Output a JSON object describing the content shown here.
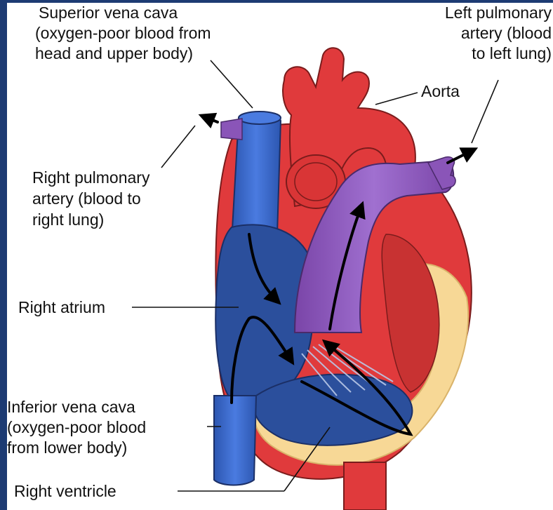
{
  "labels": {
    "svc": [
      "Superior vena cava",
      "(oxygen-poor blood from",
      "head and upper body)"
    ],
    "lpa": [
      "Left pulmonary",
      "artery (blood",
      "to left lung)"
    ],
    "aorta": "Aorta",
    "rpa": [
      "Right pulmonary",
      "artery (blood to",
      "right lung)"
    ],
    "ra": "Right atrium",
    "ivc": [
      "Inferior vena cava",
      "(oxygen-poor blood",
      "from lower body)"
    ],
    "rv": "Right ventricle"
  },
  "colors": {
    "frame": "#1d3b73",
    "panel": "#ffffff",
    "oxygen_rich_red": "#e03a3c",
    "oxygen_poor_blue": "#3a69c9",
    "pulmonary_purple": "#8a55b8",
    "chamber_blue": "#2b4f9c",
    "myocardium_yellow": "#f7d896",
    "arrow": "#000000"
  }
}
